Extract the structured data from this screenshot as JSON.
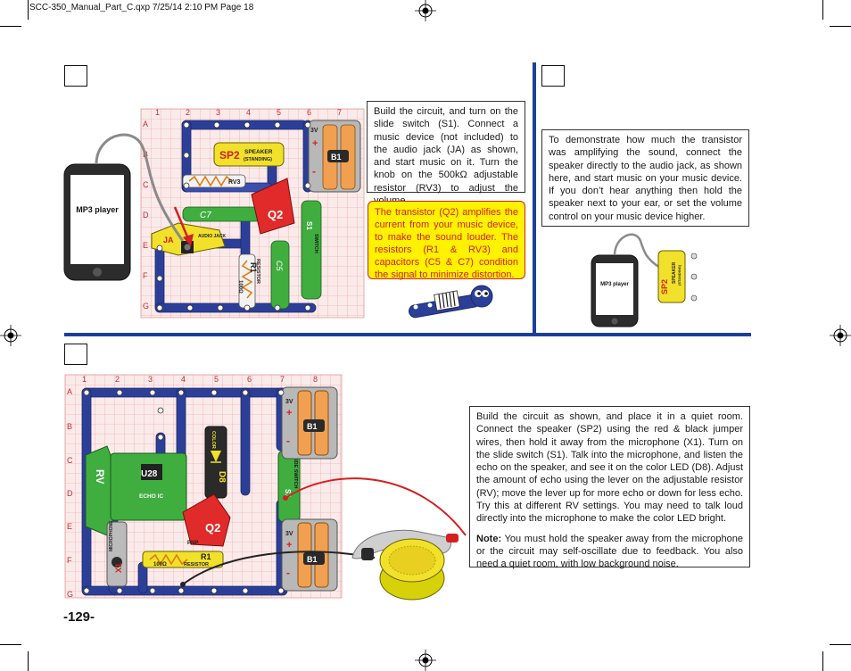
{
  "slug": "SCC-350_Manual_Part_C.qxp  7/25/14  2:10 PM  Page 18",
  "page_number": "-129-",
  "colors": {
    "accent_blue": "#1d3f9a",
    "callout_fill": "#fff200",
    "callout_text": "#d32020"
  },
  "grid_cols_top": [
    "1",
    "2",
    "3",
    "4",
    "5",
    "6",
    "7"
  ],
  "grid_rows_top": [
    "A",
    "B",
    "C",
    "D",
    "E",
    "F",
    "G"
  ],
  "grid_cols_bottom": [
    "1",
    "2",
    "3",
    "4",
    "5",
    "6",
    "7",
    "8"
  ],
  "grid_rows_bottom": [
    "A",
    "B",
    "C",
    "D",
    "E",
    "F",
    "G"
  ],
  "labels": {
    "mp3_player": "MP3 player",
    "sp2": "SP2",
    "speaker": "SPEAKER",
    "standing": "(STANDING)",
    "b1": "B1",
    "q2": "Q2",
    "c7": "C7",
    "c5": "C5",
    "r1": "R1",
    "rv3": "RV3",
    "resistor": "RESISTOR",
    "ohm100": "100Ω",
    "three_v": "3V",
    "switch": "SWITCH",
    "slide_switch": "SLIDE SWITCH",
    "s1": "S1",
    "jack": "AUDIO JACK",
    "ja": "JA",
    "u28": "U28",
    "echo_ic": "ECHO IC",
    "rv": "RV",
    "d8": "D8",
    "color": "COLOR",
    "x1": "X1",
    "microphone": "MICROPHONE",
    "pnp": "PNP"
  },
  "top_text": "Build the circuit, and turn on the slide switch (S1). Connect a music device (not included) to the audio jack (JA) as shown, and start music on it. Turn the knob on the 500kΩ adjustable resistor (RV3) to adjust the volume.",
  "callout_text": "The transistor (Q2) amplifies the current from your music device, to make the sound louder. The resistors (R1 & RV3) and capacitors (C5 & C7) condition the signal to minimize distortion.",
  "right_text": "To demonstrate how much the transistor was amplifying the sound, connect the speaker directly to the audio jack, as shown here, and start music on your music device. If you don’t hear anything then hold the speaker next to your ear, or set the volume control on your music device higher.",
  "bottom_text": "Build the circuit as shown, and place it in a quiet room. Connect the speaker (SP2) using the red & black jumper wires, then hold it away from the microphone (X1). Turn on the slide switch (S1). Talk into the microphone, and listen the echo on the speaker, and see it on the color LED (D8). Adjust the amount of echo using the lever on the adjustable resistor (RV); move the lever up for more echo or down for less echo. Try this at different RV settings. You may need to talk loud directly into the microphone to make the color LED bright.",
  "note_label": "Note:",
  "note_text": "You must hold the speaker away from the microphone or the circuit may self-oscillate due to feedback. You also need a quiet room, with low background noise."
}
